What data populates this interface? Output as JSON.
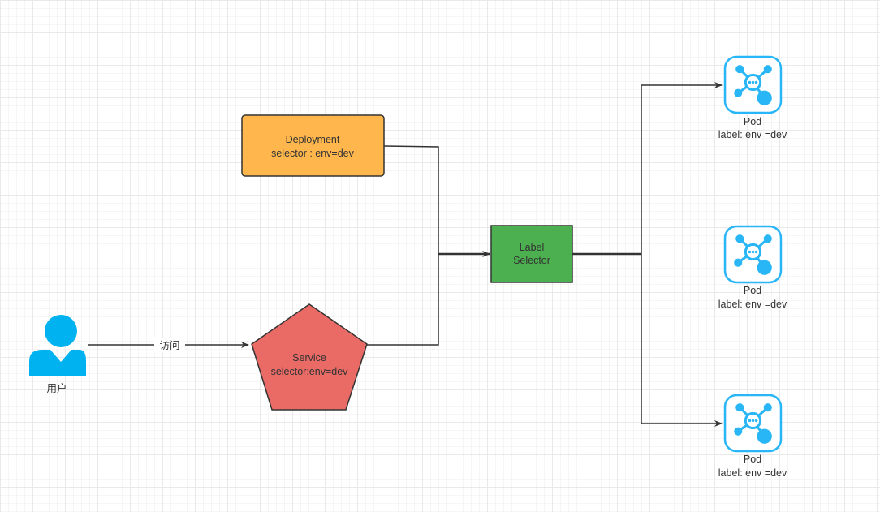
{
  "nodes": {
    "user": {
      "label": "用户",
      "icon": "user-icon",
      "color": "#00b3f0"
    },
    "service": {
      "line1": "Service",
      "line2": "selector:env=dev",
      "color": "#ea6b66",
      "stroke": "#333333"
    },
    "deployment": {
      "line1": "Deployment",
      "line2": "selector : env=dev",
      "color": "#ffb74d",
      "stroke": "#333333"
    },
    "label_selector": {
      "line1": "Label",
      "line2": "Selector",
      "color": "#4caf50",
      "stroke": "#333333"
    },
    "pods": [
      {
        "name": "Pod",
        "label": "label:  env =dev",
        "icon": "pod-icon"
      },
      {
        "name": "Pod",
        "label": "label:  env =dev",
        "icon": "pod-icon"
      },
      {
        "name": "Pod",
        "label": "label:  env =dev",
        "icon": "pod-icon"
      }
    ]
  },
  "edges": {
    "user_to_service": {
      "label": "访问"
    }
  },
  "colors": {
    "edge": "#333333",
    "pod_icon": "#29b6f6"
  }
}
